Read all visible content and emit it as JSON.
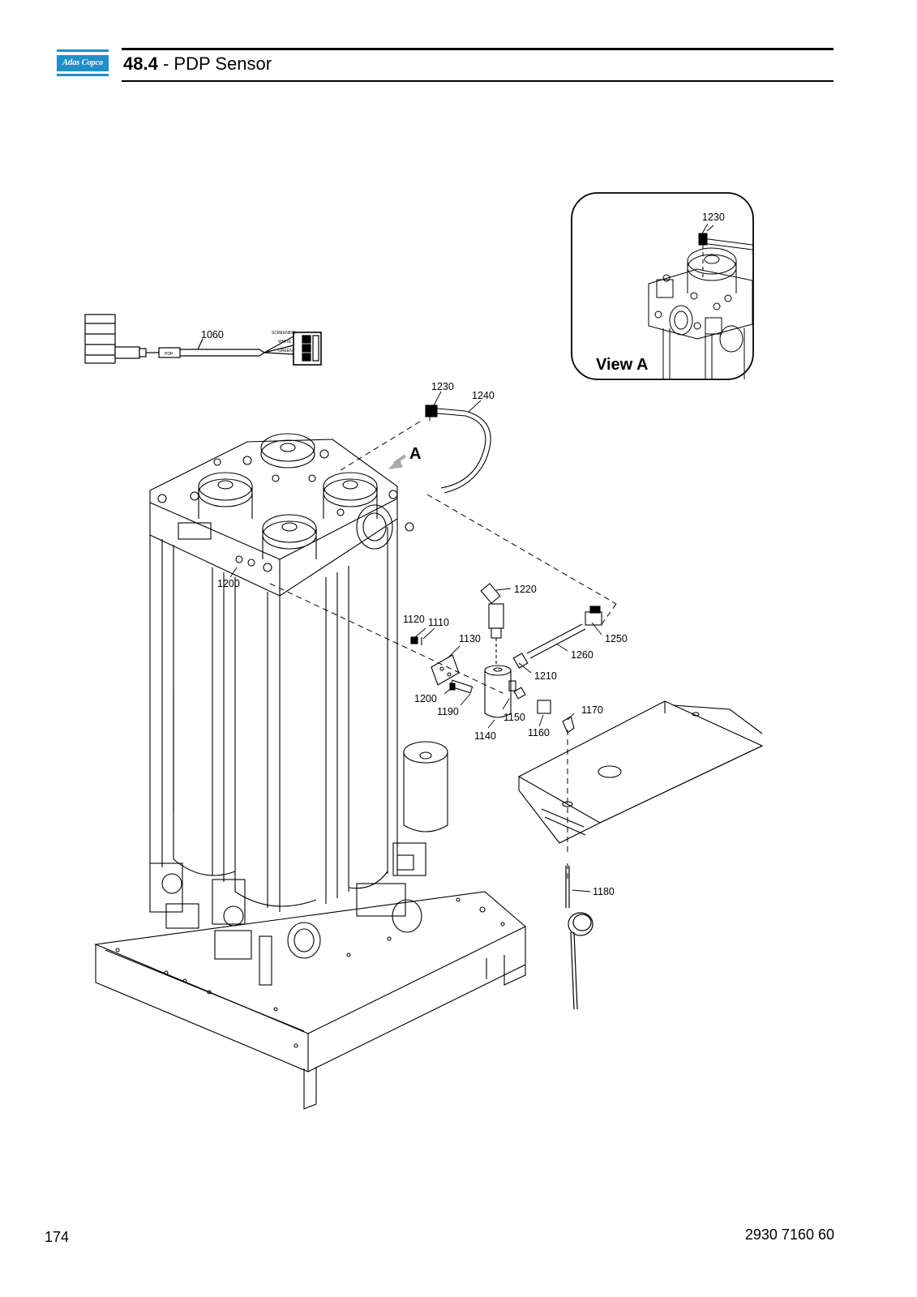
{
  "header": {
    "logo_text": "Atlas Copco",
    "section_number": "48.4",
    "section_separator": " - ",
    "section_title": "PDP Sensor"
  },
  "drawing": {
    "view_label": "View A",
    "arrow_label": "A",
    "cable_labels": {
      "screening": "SCREENING",
      "white": "WHITE",
      "green": "GREEN",
      "pdp": "PDP"
    },
    "callouts": {
      "c1060": "1060",
      "c1110": "1110",
      "c1120": "1120",
      "c1130": "1130",
      "c1140": "1140",
      "c1150": "1150",
      "c1160": "1160",
      "c1170": "1170",
      "c1180": "1180",
      "c1190": "1190",
      "c1200a": "1200",
      "c1200b": "1200",
      "c1210": "1210",
      "c1220": "1220",
      "c1230a": "1230",
      "c1230b": "1230",
      "c1240": "1240",
      "c1250": "1250",
      "c1260": "1260"
    }
  },
  "footer": {
    "page_number": "174",
    "document_number": "2930 7160 60"
  }
}
